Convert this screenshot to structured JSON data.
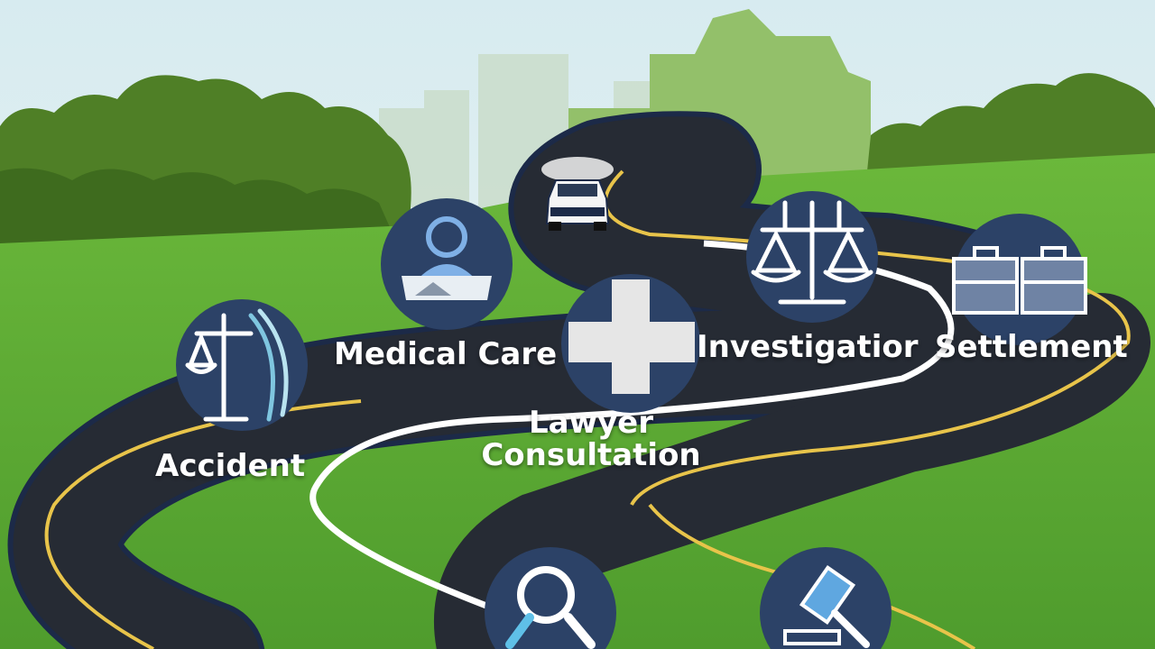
{
  "steps": {
    "accident": "Accident",
    "medical_care": "Medical Care",
    "lawyer_line1": "Lawyer",
    "lawyer_line2": "Consultation",
    "investigation": "Investigatior",
    "settlement": "Settlement"
  },
  "colors": {
    "sky": "#e2f0f3",
    "grass": "#5aa832",
    "road": "#252a33",
    "road_edge_line": "#e8c44a",
    "center_line": "#ffffff",
    "badge": "#2c4267",
    "badge_icon": "#ffffff"
  },
  "icons": [
    "scales-of-justice-icon",
    "person-on-stretcher-icon",
    "medical-cross-icon",
    "balance-scale-icon",
    "briefcases-icon",
    "magnifying-glass-icon",
    "gavel-icon",
    "car-icon"
  ]
}
